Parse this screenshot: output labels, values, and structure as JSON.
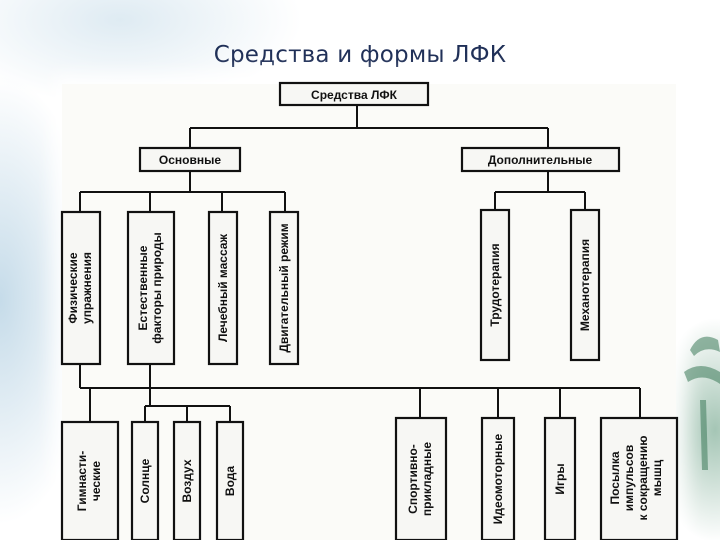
{
  "slide": {
    "title": "Средства и формы ЛФК"
  },
  "diagram": {
    "root": "Средства ЛФК",
    "main": "Основные",
    "additional": "Дополнительные",
    "main_items": [
      [
        "Физические",
        "упражнения"
      ],
      [
        "Естественные",
        "факторы природы"
      ],
      [
        "Лечебный массаж"
      ],
      [
        "Двигательный режим"
      ]
    ],
    "additional_items": [
      [
        "Трудотерапия"
      ],
      [
        "Механотерапия"
      ]
    ],
    "exercise_items": [
      [
        "Гимнасти-",
        "ческие"
      ],
      [
        "Спортивно-",
        "прикладные"
      ],
      [
        "Идеомоторные"
      ],
      [
        "Игры"
      ],
      [
        "Посылка",
        "импульсов",
        "к сокращению",
        "мышц"
      ]
    ],
    "nature_items": [
      [
        "Солнце"
      ],
      [
        "Воздух"
      ],
      [
        "Вода"
      ]
    ]
  }
}
